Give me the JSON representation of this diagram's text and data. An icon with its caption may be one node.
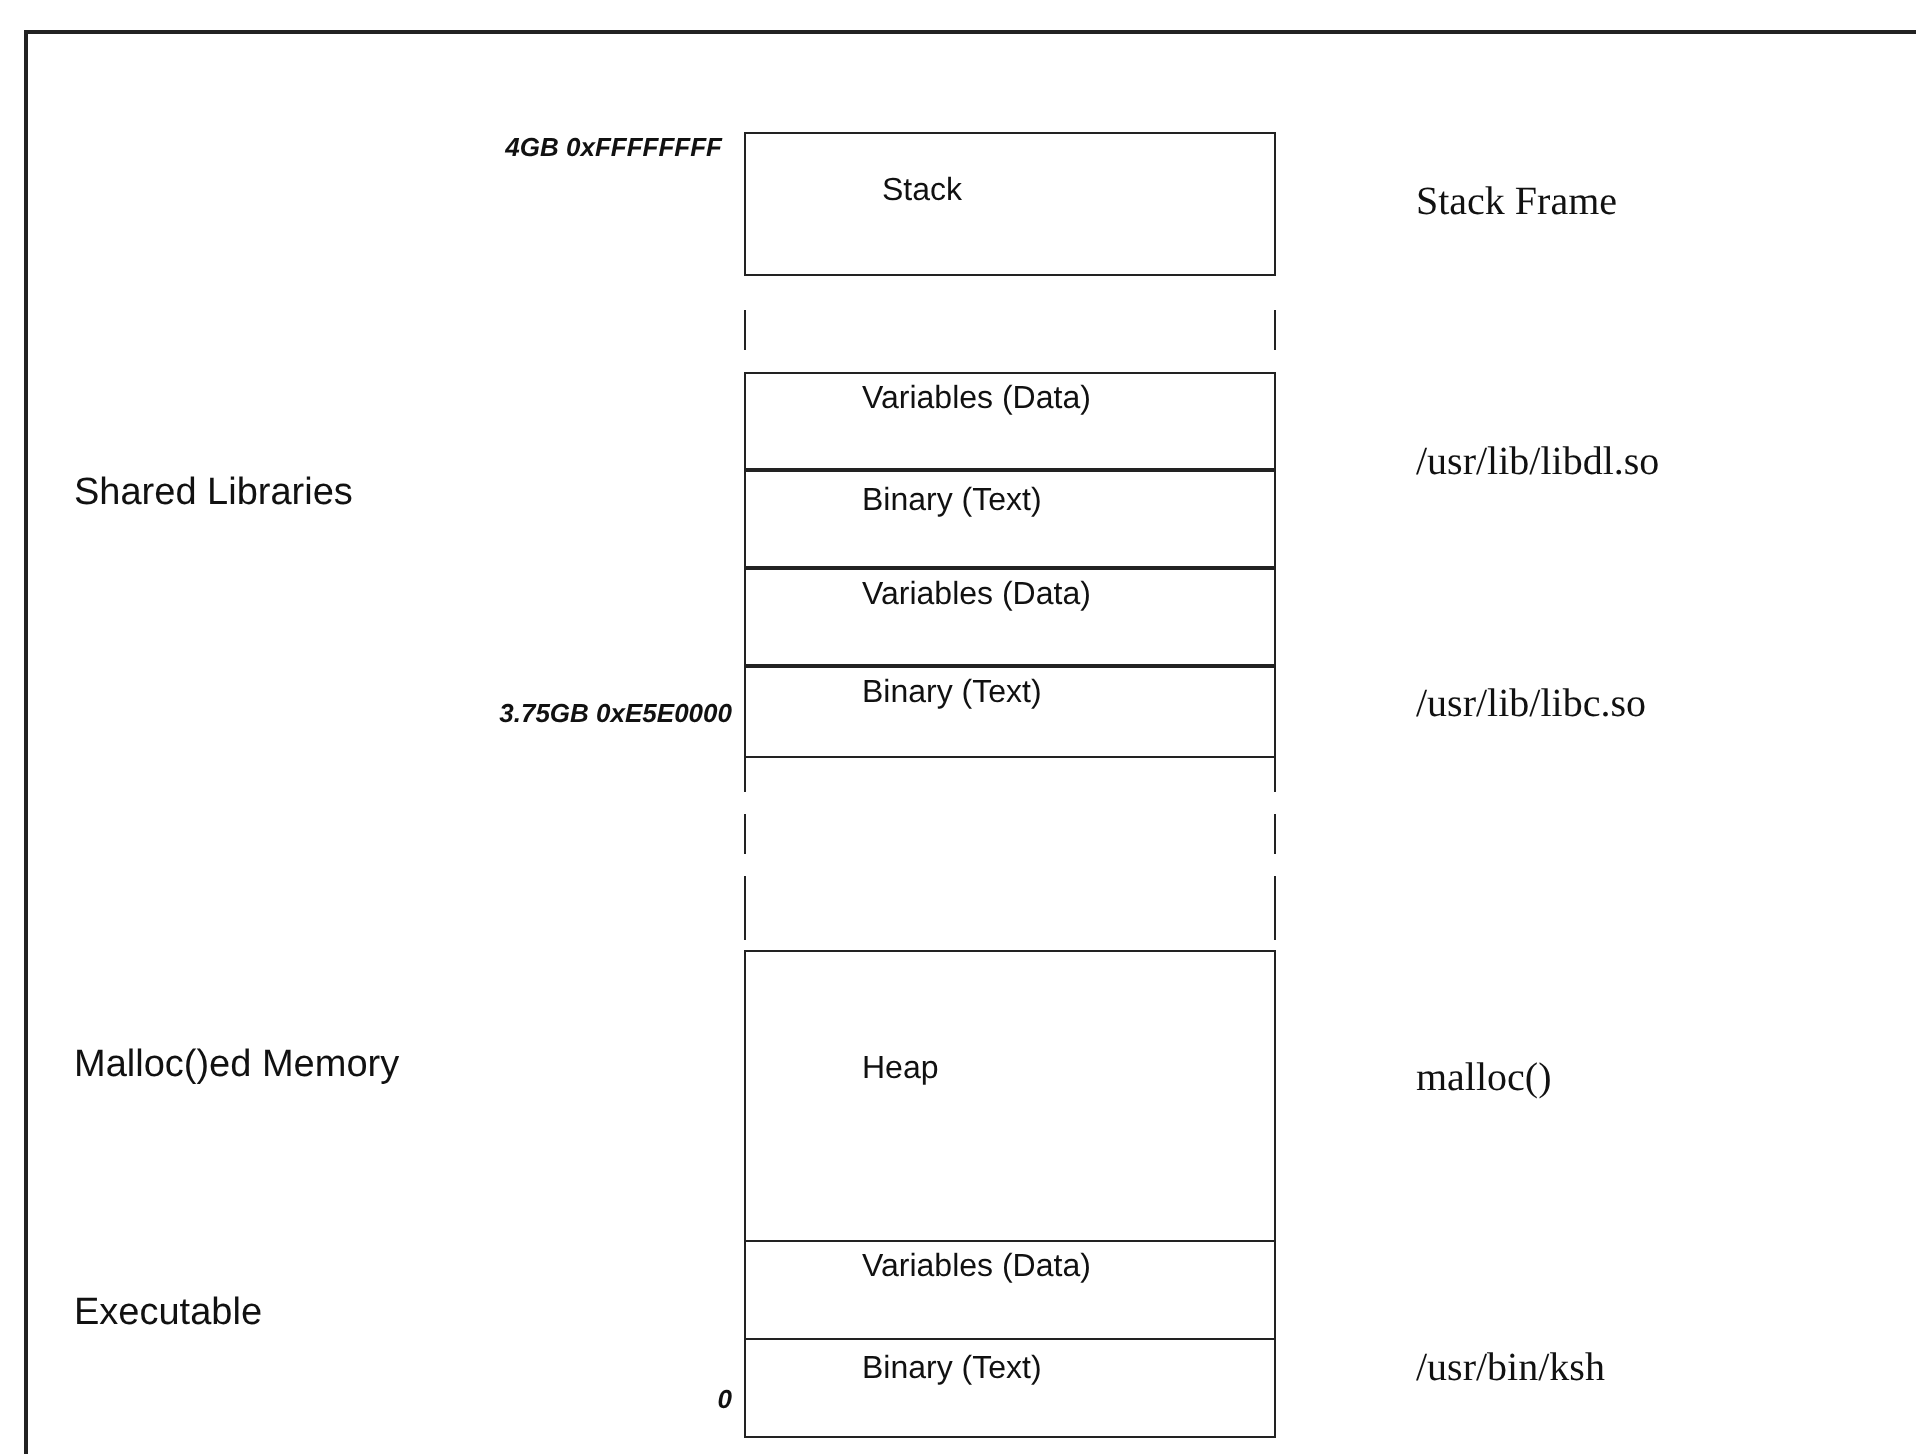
{
  "diagram": {
    "nodes": [
      {
        "text": [
          "Stack"
        ]
      },
      {
        "text": [
          "Variables (Data)"
        ]
      },
      {
        "text": [
          "Binary (Text)"
        ]
      },
      {
        "text": [
          "Variables (Data)"
        ]
      },
      {
        "text": [
          "Binary (Text)"
        ]
      },
      {
        "text": [
          "Heap"
        ]
      },
      {
        "text": [
          "Variables (Data)"
        ]
      },
      {
        "text": [
          "Binary (Text)"
        ]
      }
    ],
    "labels": [
      "4GB 0xFFFFFFFF",
      "Stack Frame",
      "/usr/lib/libdl.so",
      "Shared Libraries",
      "3.75GB 0xE5E0000",
      "/usr/lib/libc.so",
      "Malloc()ed Memory",
      "malloc()",
      "Executable",
      "/usr/bin/ksh",
      "0"
    ]
  }
}
